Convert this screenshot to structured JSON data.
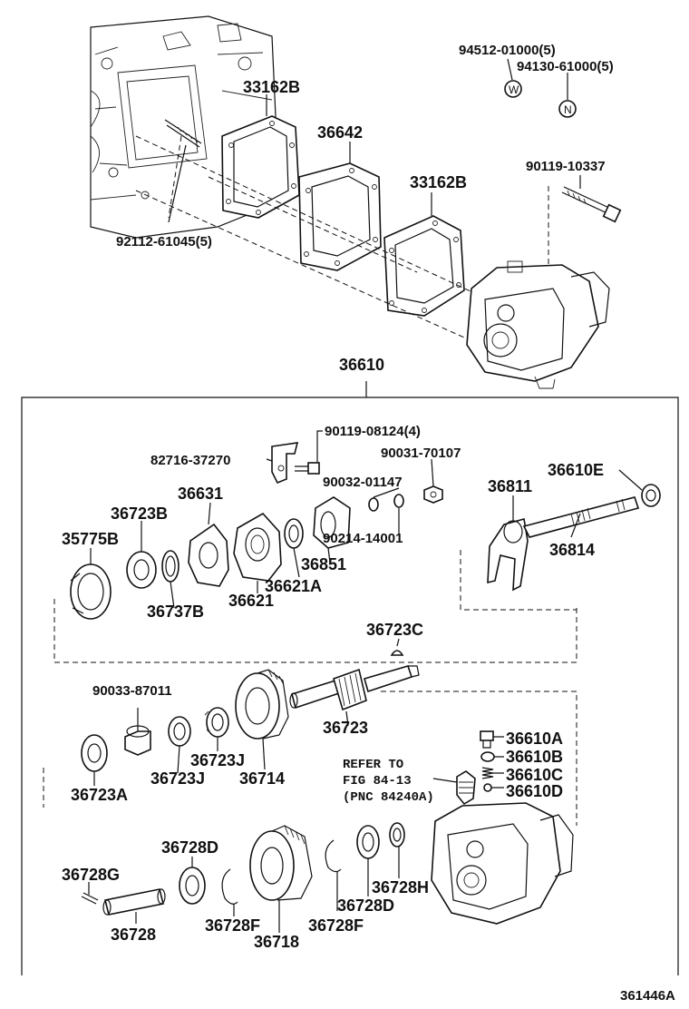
{
  "top_labels": {
    "gasket_1": "33162B",
    "plate": "36642",
    "gasket_2": "33162B",
    "stud": "92112-61045(5)",
    "washer": "94512-01000(5)",
    "nut": "94130-61000(5)",
    "bolt": "90119-10337",
    "assembly": "36610"
  },
  "marker_letters": {
    "washer": "W",
    "nut": "N"
  },
  "box_labels": {
    "p90119_08124": "90119-08124(4)",
    "p82716": "82716-37270",
    "p90031": "90031-70107",
    "p90032": "90032-01147",
    "p36610E": "36610E",
    "p36811": "36811",
    "p36631": "36631",
    "p36723B": "36723B",
    "p35775B": "35775B",
    "p90214": "90214-14001",
    "p36814": "36814",
    "p36851": "36851",
    "p36621A": "36621A",
    "p36737B": "36737B",
    "p36621": "36621",
    "p36723C": "36723C",
    "p90033": "90033-87011",
    "p36723": "36723",
    "p36723J_a": "36723J",
    "p36723J_b": "36723J",
    "p36714": "36714",
    "p36723A": "36723A",
    "p36610A": "36610A",
    "p36610B": "36610B",
    "p36610C": "36610C",
    "p36610D": "36610D",
    "p36728D_a": "36728D",
    "p36728G": "36728G",
    "p36728": "36728",
    "p36728F_a": "36728F",
    "p36718": "36718",
    "p36728F_b": "36728F",
    "p36728D_b": "36728D",
    "p36728H": "36728H"
  },
  "refer_note": {
    "line1": "REFER TO",
    "line2": "FIG 84-13",
    "line3": "(PNC 84240A)"
  },
  "figure_id": "361446A"
}
